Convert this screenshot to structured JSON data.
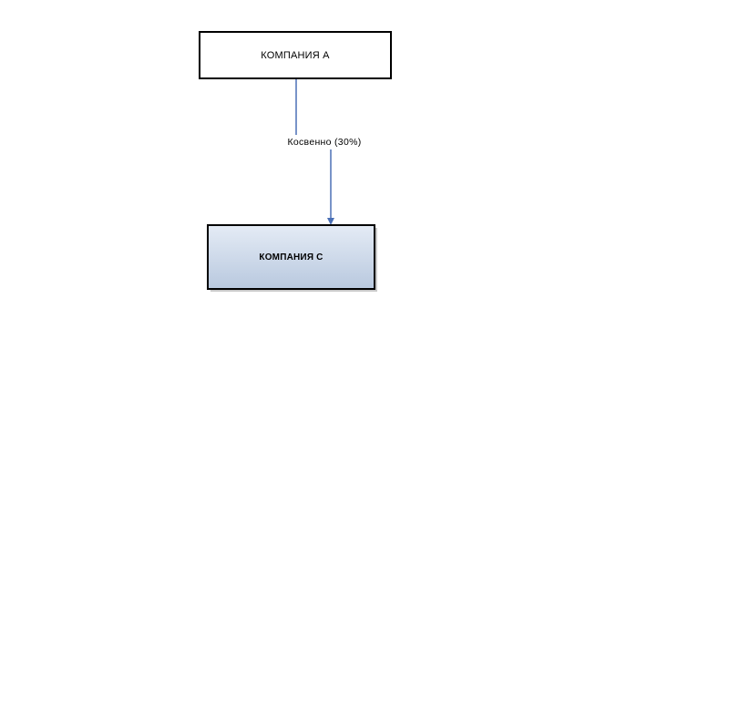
{
  "nodes": {
    "company_a": {
      "label": "КОМПАНИЯ А"
    },
    "company_c": {
      "label": "КОМПАНИЯ С"
    }
  },
  "edge": {
    "label": "Косвенно (30%)",
    "line_color": "#4a6fb5"
  },
  "colors": {
    "box_border": "#000000",
    "company_c_fill_top": "#e4ebf5",
    "company_c_fill_bottom": "#b9c9df"
  }
}
